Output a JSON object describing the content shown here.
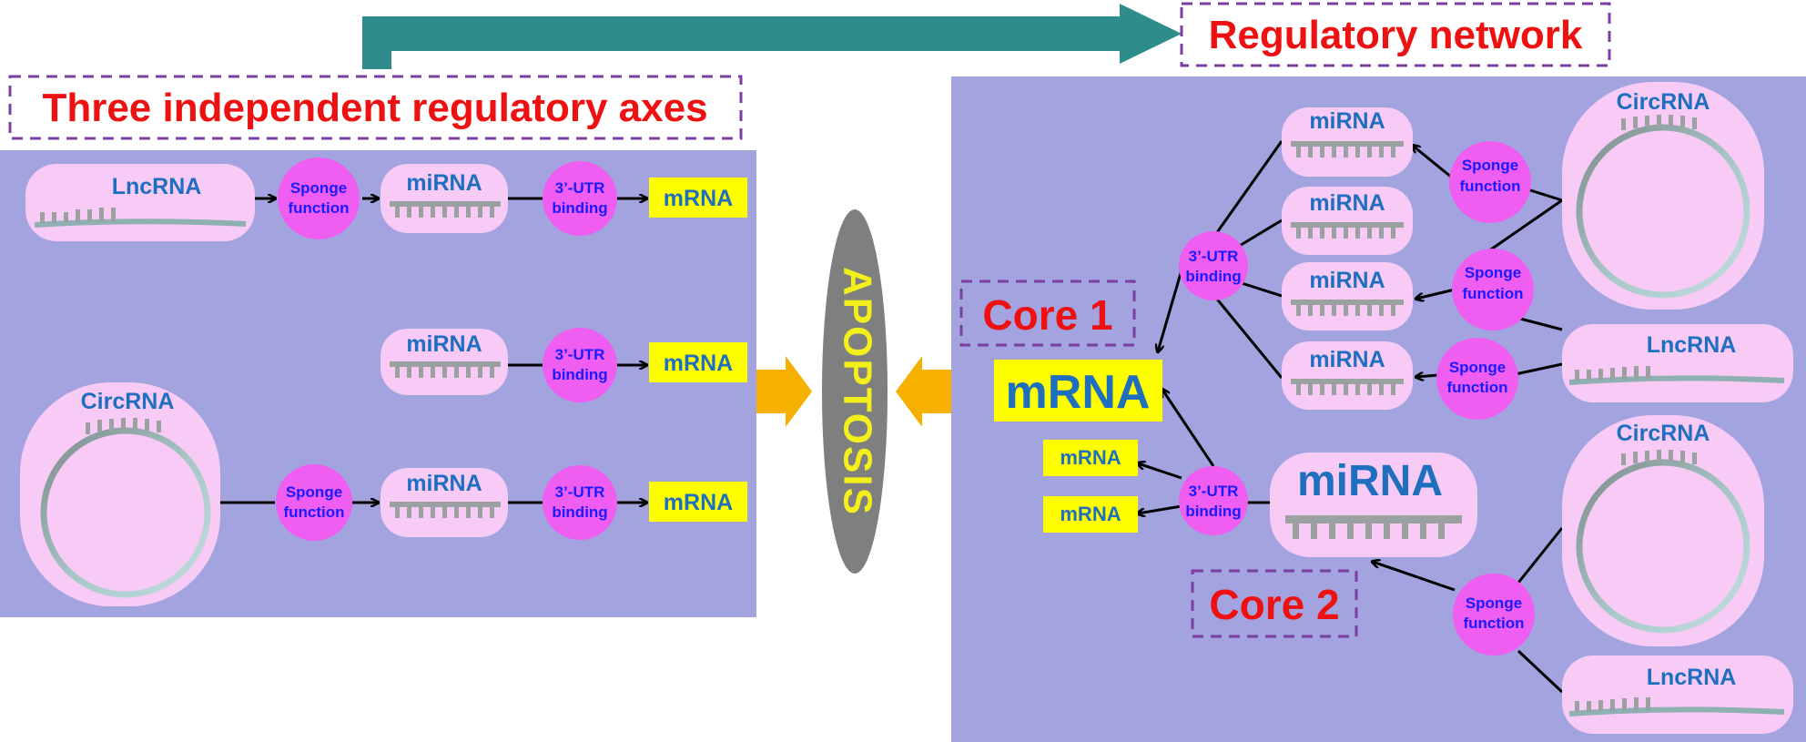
{
  "titles": {
    "left": "Three independent regulatory axes",
    "right": "Regulatory network",
    "core1": "Core 1",
    "core2": "Core 2",
    "apoptosis": "APOPTOSIS"
  },
  "labels": {
    "lncrna": "LncRNA",
    "circrna": "CircRNA",
    "mirna": "miRNA",
    "mrna": "mRNA",
    "sponge_line1": "Sponge",
    "sponge_line2": "function",
    "utr_line1": "3’-UTR",
    "utr_line2": "binding"
  },
  "colors": {
    "panel": "#a3a3e0",
    "pill": "#f8caf6",
    "mrna_box": "#ffff00",
    "node": "#ef5ef0",
    "title_red": "#ee1111",
    "rna_blue": "#1f6fbf",
    "arrow_teal": "#2f8c8c",
    "arrow_orange": "#f5b000",
    "apoptosis_oval": "#7f7f7f"
  }
}
